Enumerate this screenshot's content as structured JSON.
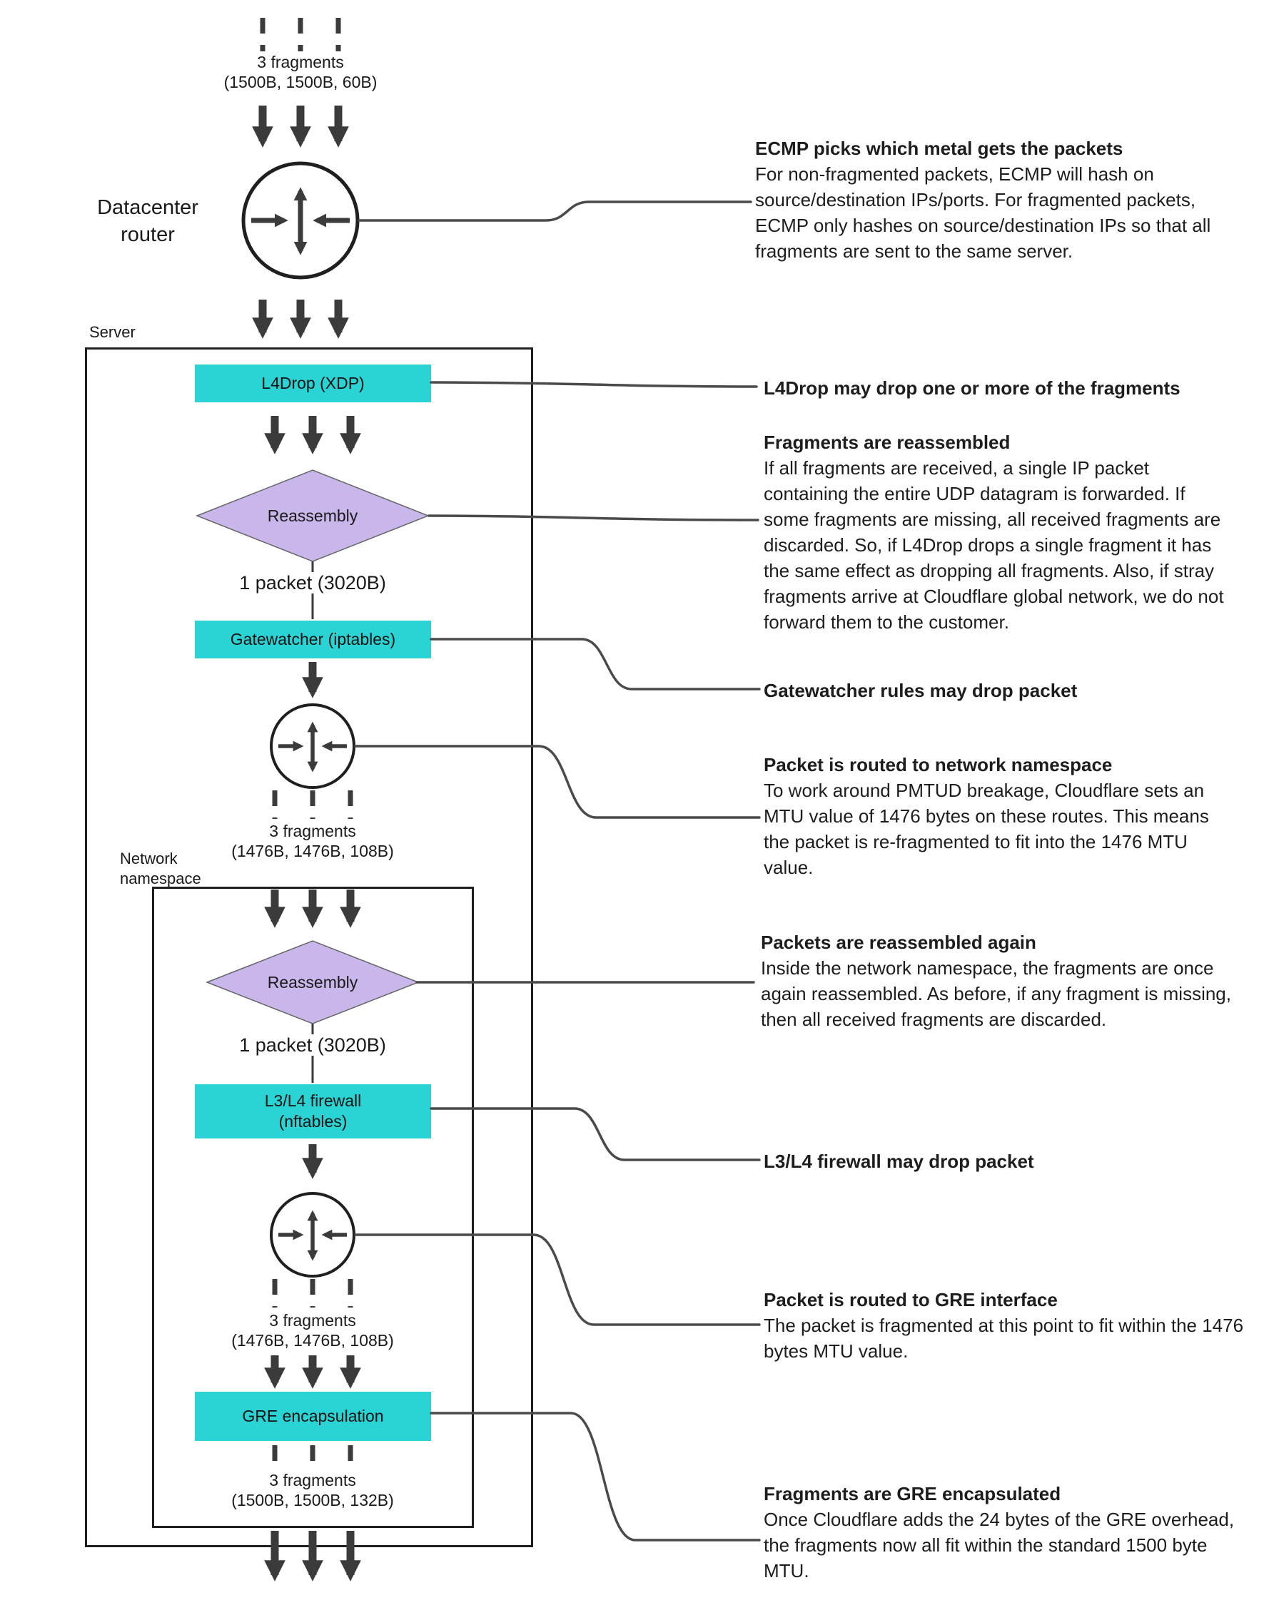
{
  "colors": {
    "process_box": "#2bd4d4",
    "reassembly_diamond": "#c9b6ea",
    "arrow": "#3b3b3b",
    "connector": "#4a4a4a",
    "outline": "#1f1f1f",
    "text": "#1a1a1a"
  },
  "diagram": {
    "top_fragments": {
      "label": "3 fragments",
      "sizes": "(1500B, 1500B, 60B)"
    },
    "datacenter_router": {
      "line1": "Datacenter",
      "line2": "router"
    },
    "server_box": {
      "label": "Server"
    },
    "l4drop_box": {
      "label": "L4Drop (XDP)"
    },
    "reassembly_1": {
      "label": "Reassembly"
    },
    "packet_1": {
      "label": "1 packet (3020B)"
    },
    "gatewatcher_box": {
      "label": "Gatewatcher (iptables)"
    },
    "fragments_2": {
      "label": "3 fragments",
      "sizes": "(1476B, 1476B, 108B)"
    },
    "namespace_box": {
      "line1": "Network",
      "line2": "namespace"
    },
    "reassembly_2": {
      "label": "Reassembly"
    },
    "packet_2": {
      "label": "1 packet (3020B)"
    },
    "firewall_box": {
      "line1": "L3/L4 firewall",
      "line2": "(nftables)"
    },
    "fragments_3": {
      "label": "3 fragments",
      "sizes": "(1476B, 1476B, 108B)"
    },
    "gre_box": {
      "label": "GRE encapsulation"
    },
    "fragments_4": {
      "label": "3 fragments",
      "sizes": "(1500B, 1500B, 132B)"
    }
  },
  "annotations": [
    {
      "title": "ECMP picks which metal gets the packets",
      "body": "For non-fragmented packets, ECMP will hash on source/destination IPs/ports. For fragmented packets, ECMP only hashes on source/destination IPs so that all fragments are sent to the same server."
    },
    {
      "title": "L4Drop may drop one or more of the fragments"
    },
    {
      "title": "Fragments are reassembled",
      "body": "If all fragments are received, a single IP packet containing the entire UDP datagram is forwarded. If some fragments are missing, all received fragments are discarded. So, if L4Drop drops a single fragment it has the same effect as dropping all fragments. Also, if stray fragments arrive at Cloudflare global network, we do not forward them to the customer."
    },
    {
      "title": "Gatewatcher rules may drop packet"
    },
    {
      "title": "Packet is routed to network namespace",
      "body": "To work around PMTUD breakage, Cloudflare sets an MTU value of 1476 bytes on these routes. This means the packet is re-fragmented to fit into the 1476 MTU value."
    },
    {
      "title": "Packets are reassembled again",
      "body": "Inside the network namespace, the fragments are once again reassembled. As before, if any fragment is missing, then all received fragments are discarded."
    },
    {
      "title": "L3/L4 firewall may drop packet"
    },
    {
      "title": "Packet is routed to GRE interface",
      "body": "The packet is fragmented at this point to fit within the 1476 bytes MTU value."
    },
    {
      "title": "Fragments are GRE encapsulated",
      "body": "Once Cloudflare adds the 24 bytes of the GRE overhead, the fragments now all fit within the standard 1500 byte MTU."
    }
  ]
}
